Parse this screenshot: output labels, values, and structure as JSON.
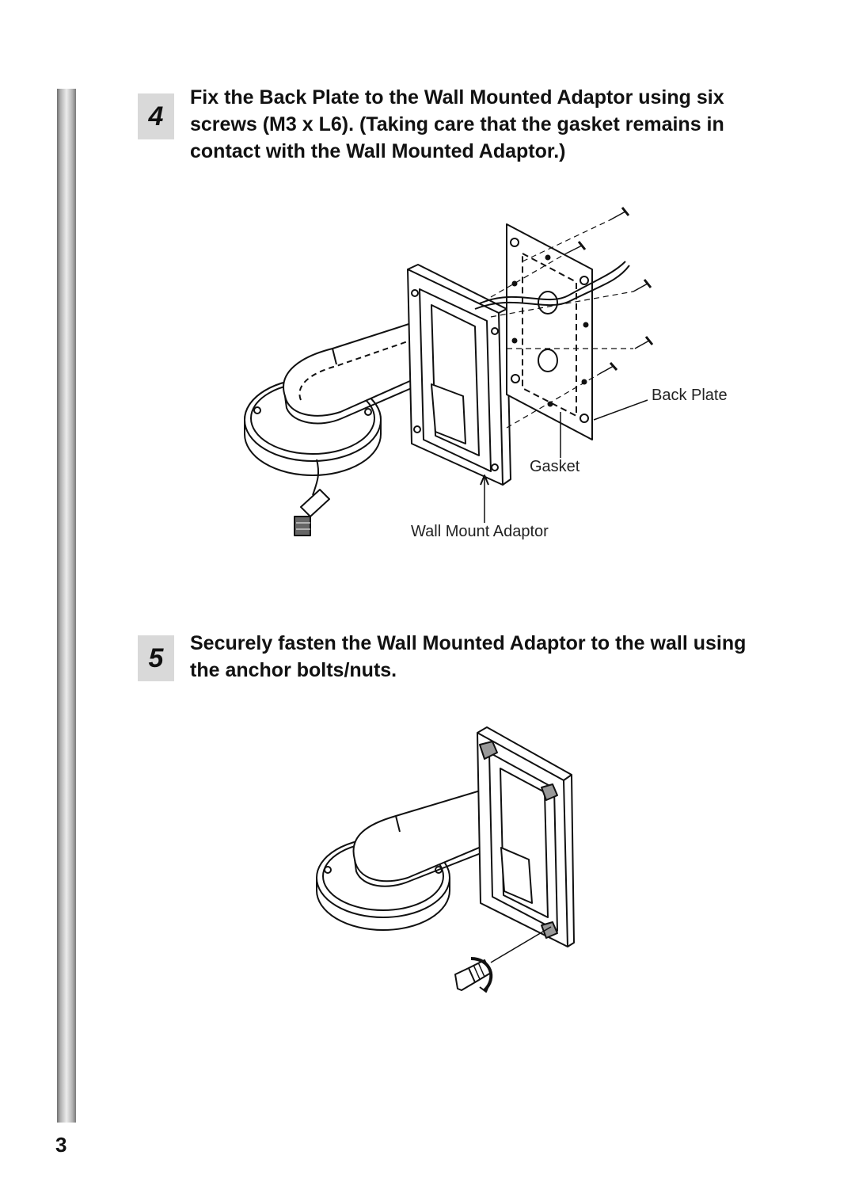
{
  "steps": [
    {
      "number": "4",
      "lines": [
        "Fix the Back Plate to the Wall Mounted Adaptor using six",
        "screws (M3 x L6). (Taking care that the gasket remains in",
        "contact with the Wall Mounted Adaptor.)"
      ],
      "figure": {
        "labels": {
          "back_plate": "Back Plate",
          "gasket": "Gasket",
          "wall_mount_adaptor": "Wall Mount Adaptor"
        }
      }
    },
    {
      "number": "5",
      "lines": [
        "Securely fasten the Wall Mounted Adaptor to the wall using",
        "the anchor bolts/nuts."
      ]
    }
  ],
  "page_number": "3"
}
